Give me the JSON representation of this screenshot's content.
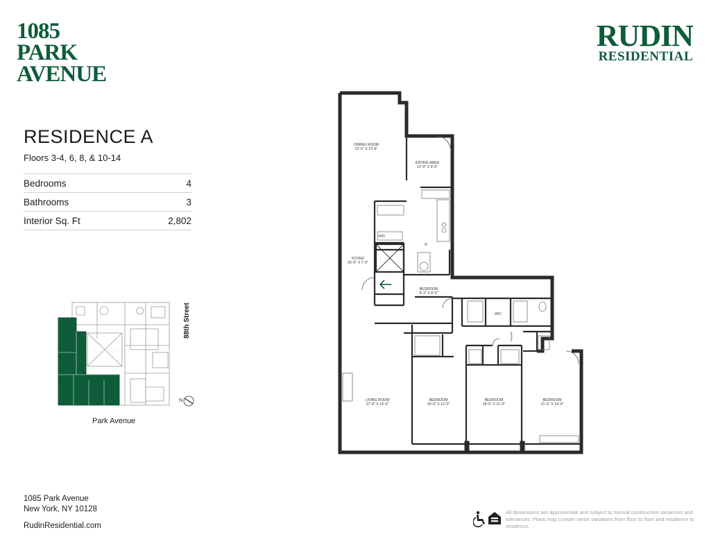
{
  "brand": {
    "building_line1": "1085",
    "building_line2": "PARK",
    "building_line3": "AVENUE",
    "company_line1": "RUDIN",
    "company_line2": "RESIDENTIAL"
  },
  "residence": {
    "title": "RESIDENCE A",
    "floors": "Floors 3-4, 6, 8, & 10-14",
    "specs": [
      {
        "label": "Bedrooms",
        "value": "4"
      },
      {
        "label": "Bathrooms",
        "value": "3"
      },
      {
        "label": "Interior Sq. Ft",
        "value": "2,802"
      }
    ]
  },
  "site_plan": {
    "street_side": "88th Street",
    "street_front": "Park Avenue",
    "compass_label": "N"
  },
  "floor_plan": {
    "rooms": {
      "dining_name": "DINING ROOM",
      "dining_dim": "22'-0\" X 13'-6\"",
      "eating_name": "EATING AREA",
      "eating_dim": "12'-0\" X 9'-6\"",
      "foyer_name": "FOYER",
      "foyer_dim": "25'-0\" X 7'-0\"",
      "bed_small_name": "BEDROOM",
      "bed_small_dim": "9'-3\" X 8'-0\"",
      "living_name": "LIVING ROOM",
      "living_dim": "27'-0\" X 14'-0\"",
      "bed2_name": "BEDROOM",
      "bed2_dim": "19'-0\" X 12'-0\"",
      "bed3_name": "BEDROOM",
      "bed3_dim": "18'-0\" X 11'-0\"",
      "bed4_name": "BEDROOM",
      "bed4_dim": "21'-6\" X 14'-0\""
    },
    "labels": {
      "wd": "W/D",
      "wic": "WIC",
      "refrigerator": "R"
    }
  },
  "footer": {
    "address_line1": "1085 Park Avenue",
    "address_line2": "New York, NY 10128",
    "website": "RudinResidential.com",
    "disclaimer": "All dimensions are approximate and subject to normal construction variances and tolerances. Plans may contain minor variations from floor to floor and residence to residence."
  },
  "colors": {
    "brand_green": "#0e5c3a",
    "wall": "#2a2a2a",
    "highlight": "#0e5c3a"
  }
}
